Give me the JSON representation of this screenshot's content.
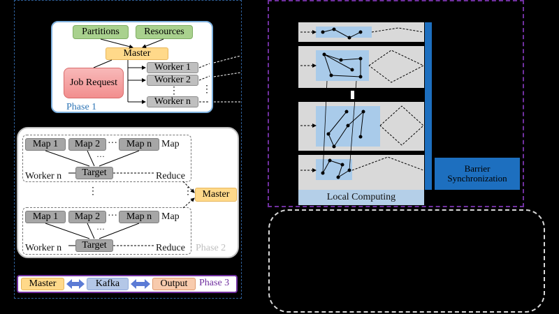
{
  "phase1": {
    "partitions": "Partitions",
    "resources": "Resources",
    "master": "Master",
    "job_request": "Job Request",
    "workers": [
      "Worker 1",
      "Worker 2",
      "⋮",
      "Worker n"
    ],
    "label": "Phase 1"
  },
  "phase2": {
    "groups": [
      {
        "maps": [
          "Map 1",
          "Map 2",
          "···",
          "Map n"
        ],
        "map_label": "Map",
        "target": "Target",
        "worker": "Worker n",
        "reduce": "Reduce"
      },
      {
        "maps": [
          "Map 1",
          "Map 2",
          "···",
          "Map n"
        ],
        "map_label": "Map",
        "target": "Target",
        "worker": "Worker n",
        "reduce": "Reduce"
      }
    ],
    "ellipsis": "⋮",
    "master": "Master",
    "label": "Phase 2"
  },
  "phase3": {
    "master": "Master",
    "kafka": "Kafka",
    "output": "Output",
    "label": "Phase 3"
  },
  "right": {
    "local_computing": "Local Computing",
    "barrier": "Barrier Synchronization"
  },
  "colors": {
    "green": "#a9d18e",
    "orange": "#ffd98a",
    "blue": "#1d6fbf",
    "light_blue": "#b4cfe8",
    "purple": "#7030a0",
    "phase1_text": "#2e75b6"
  }
}
